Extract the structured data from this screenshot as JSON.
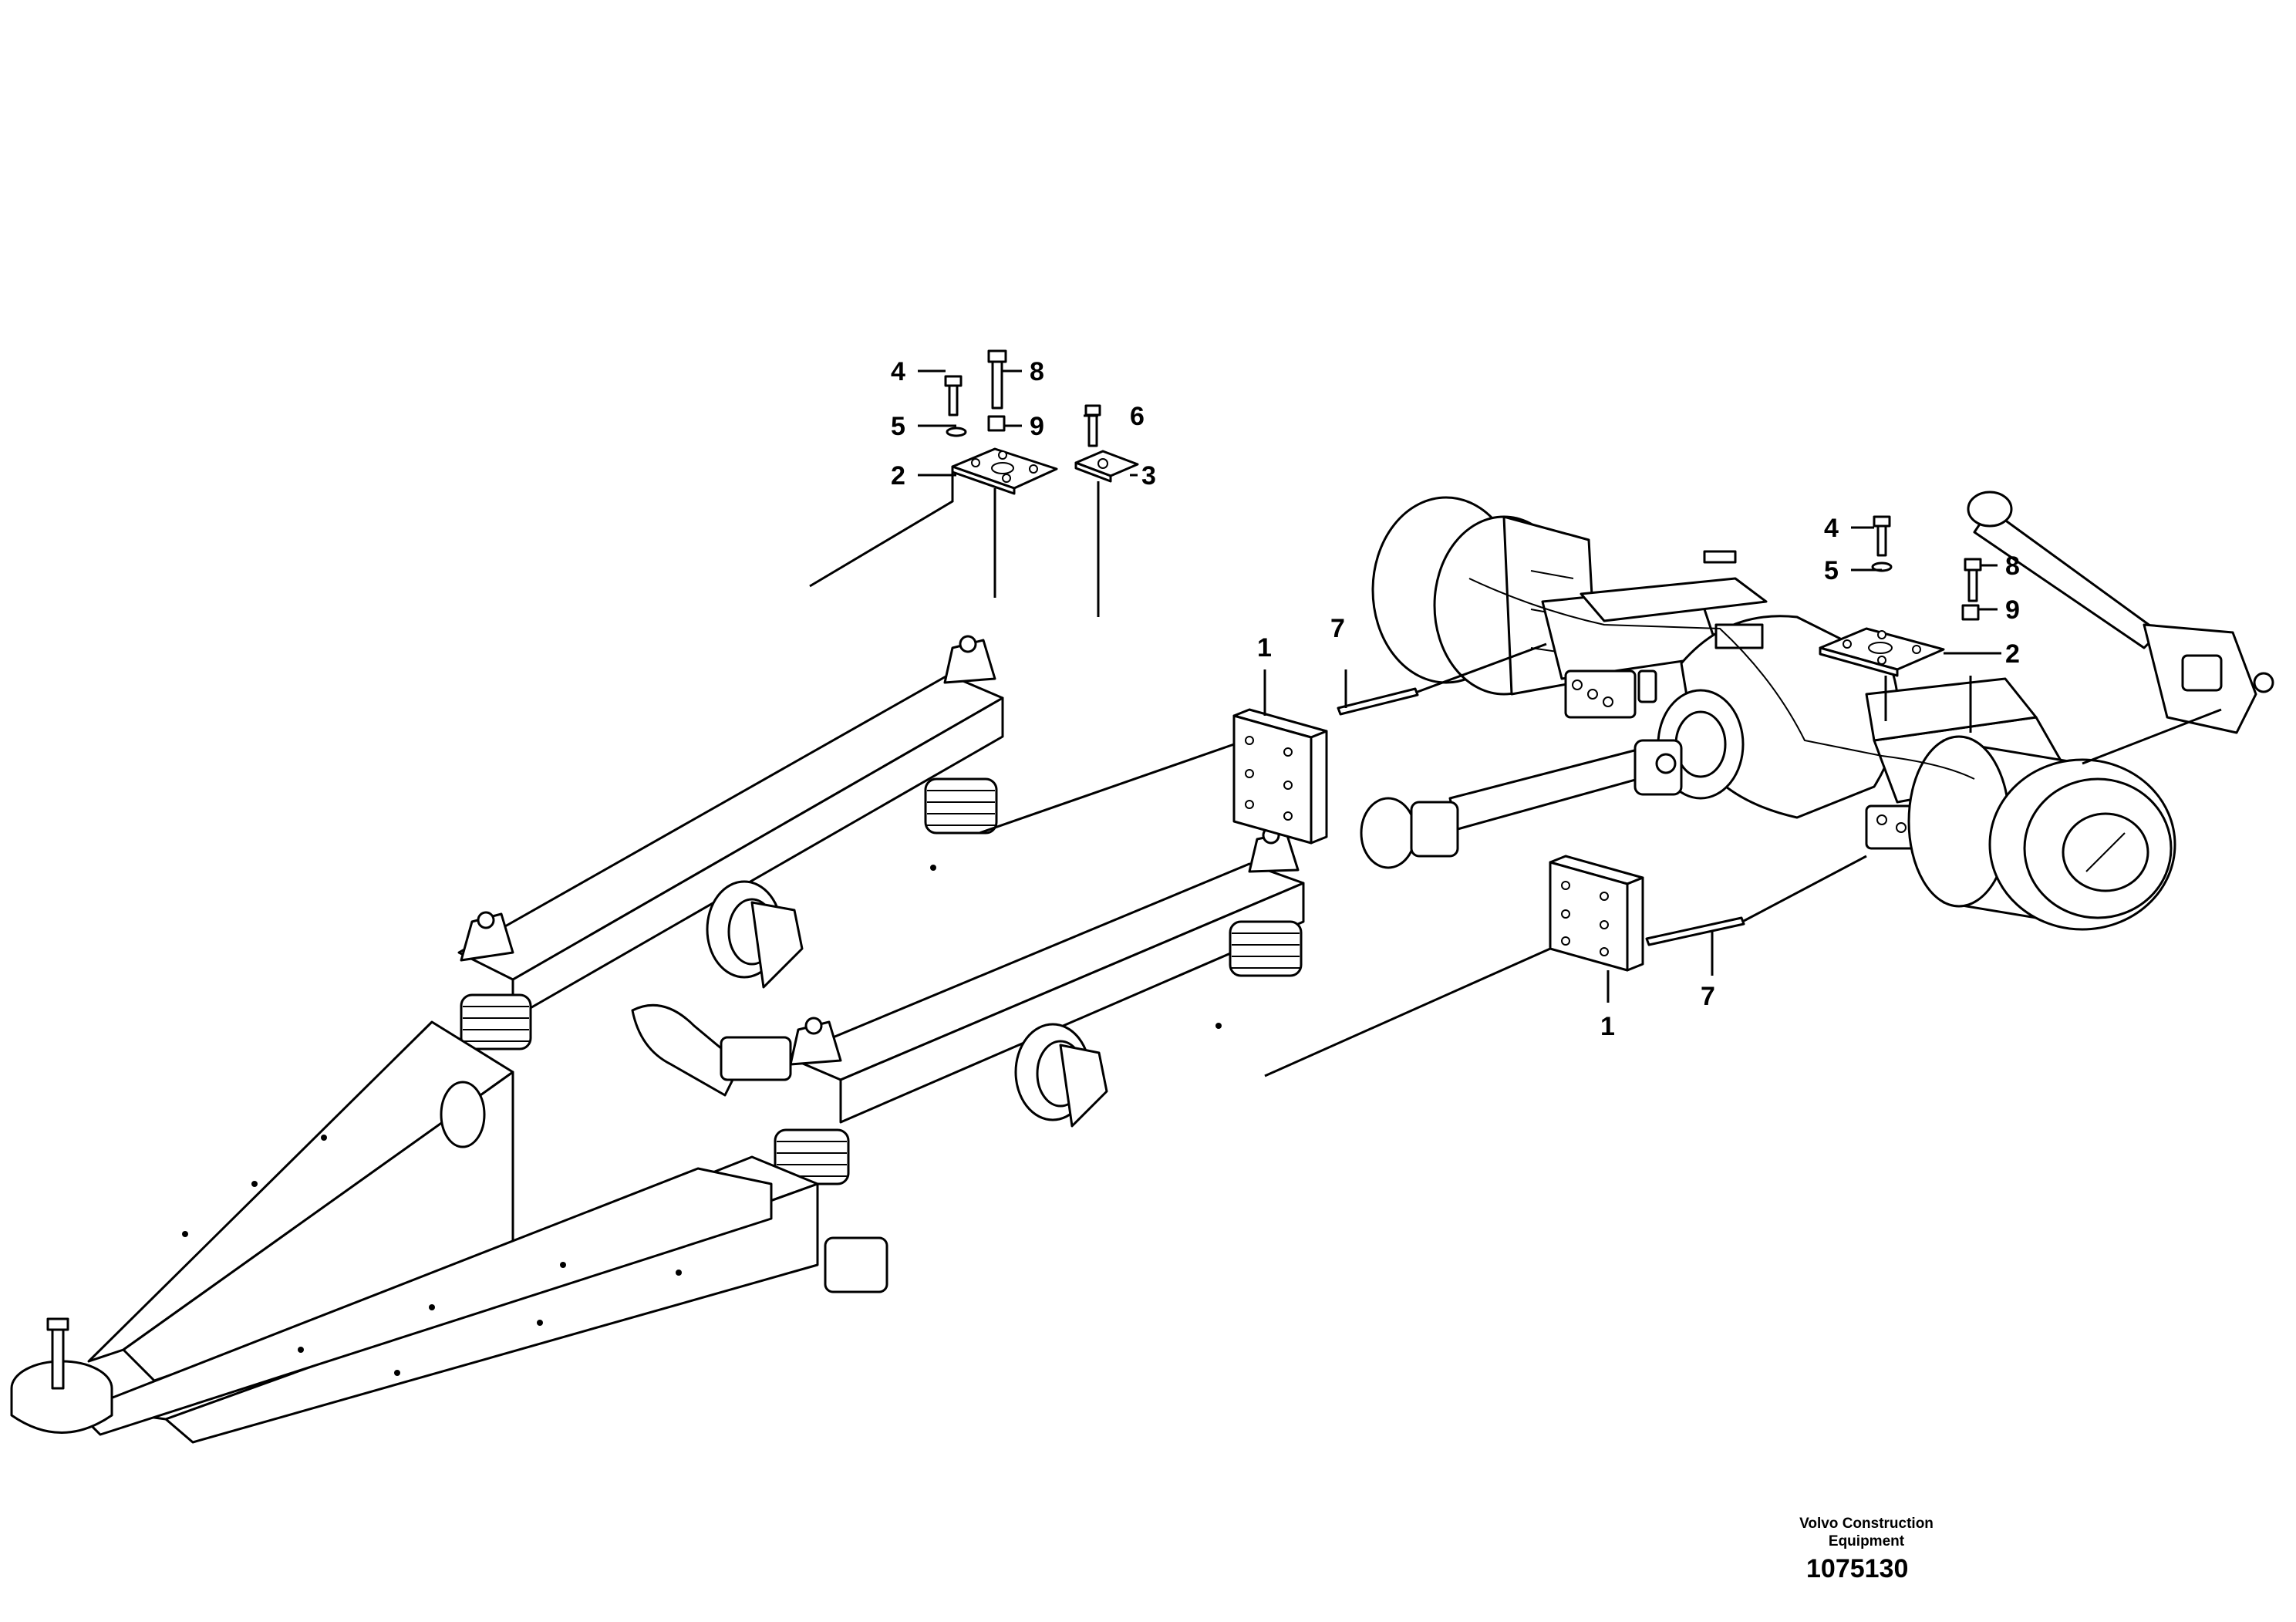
{
  "callouts": [
    {
      "label": "4"
    },
    {
      "label": "8"
    },
    {
      "label": "5"
    },
    {
      "label": "9"
    },
    {
      "label": "6"
    },
    {
      "label": "2"
    },
    {
      "label": "3"
    },
    {
      "label": "4"
    },
    {
      "label": "5"
    },
    {
      "label": "8"
    },
    {
      "label": "9"
    },
    {
      "label": "2"
    },
    {
      "label": "1"
    },
    {
      "label": "7"
    },
    {
      "label": "7"
    },
    {
      "label": "1"
    }
  ],
  "footer": {
    "brand_line1": "Volvo Construction",
    "brand_line2": "Equipment",
    "reference_number": "1075130"
  }
}
